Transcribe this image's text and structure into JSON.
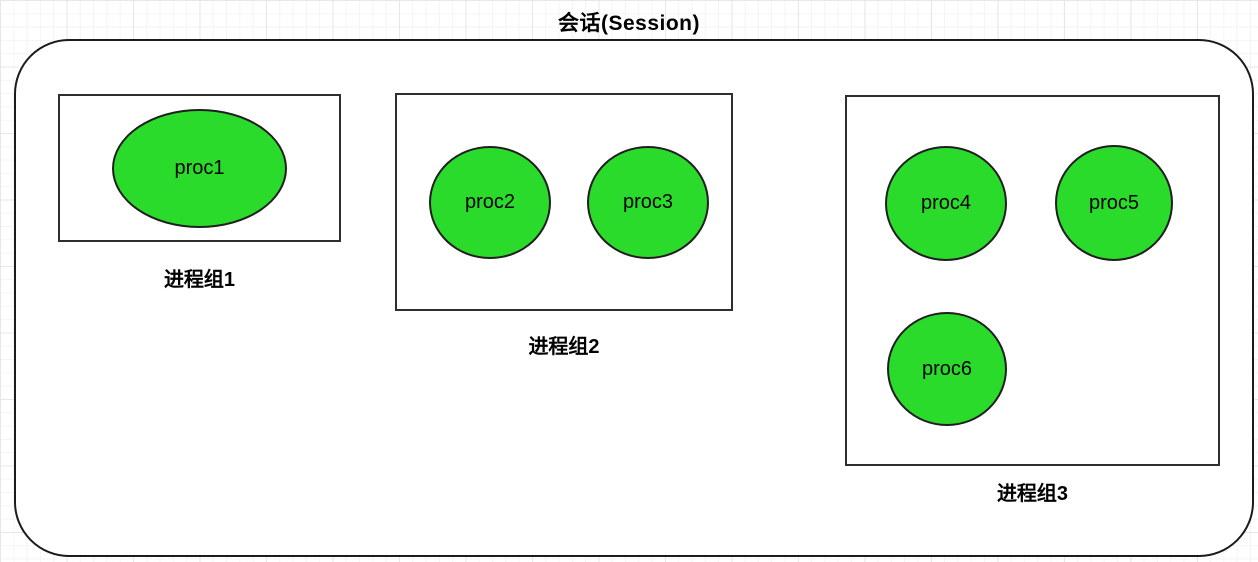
{
  "diagram": {
    "title": "会话(Session)",
    "colors": {
      "process_fill": "#2bdb2b",
      "shape_border": "#1f1f1f",
      "session_border": "#1b1b1b"
    },
    "groups": [
      {
        "label": "进程组1",
        "processes": [
          "proc1"
        ]
      },
      {
        "label": "进程组2",
        "processes": [
          "proc2",
          "proc3"
        ]
      },
      {
        "label": "进程组3",
        "processes": [
          "proc4",
          "proc5",
          "proc6"
        ]
      }
    ]
  }
}
